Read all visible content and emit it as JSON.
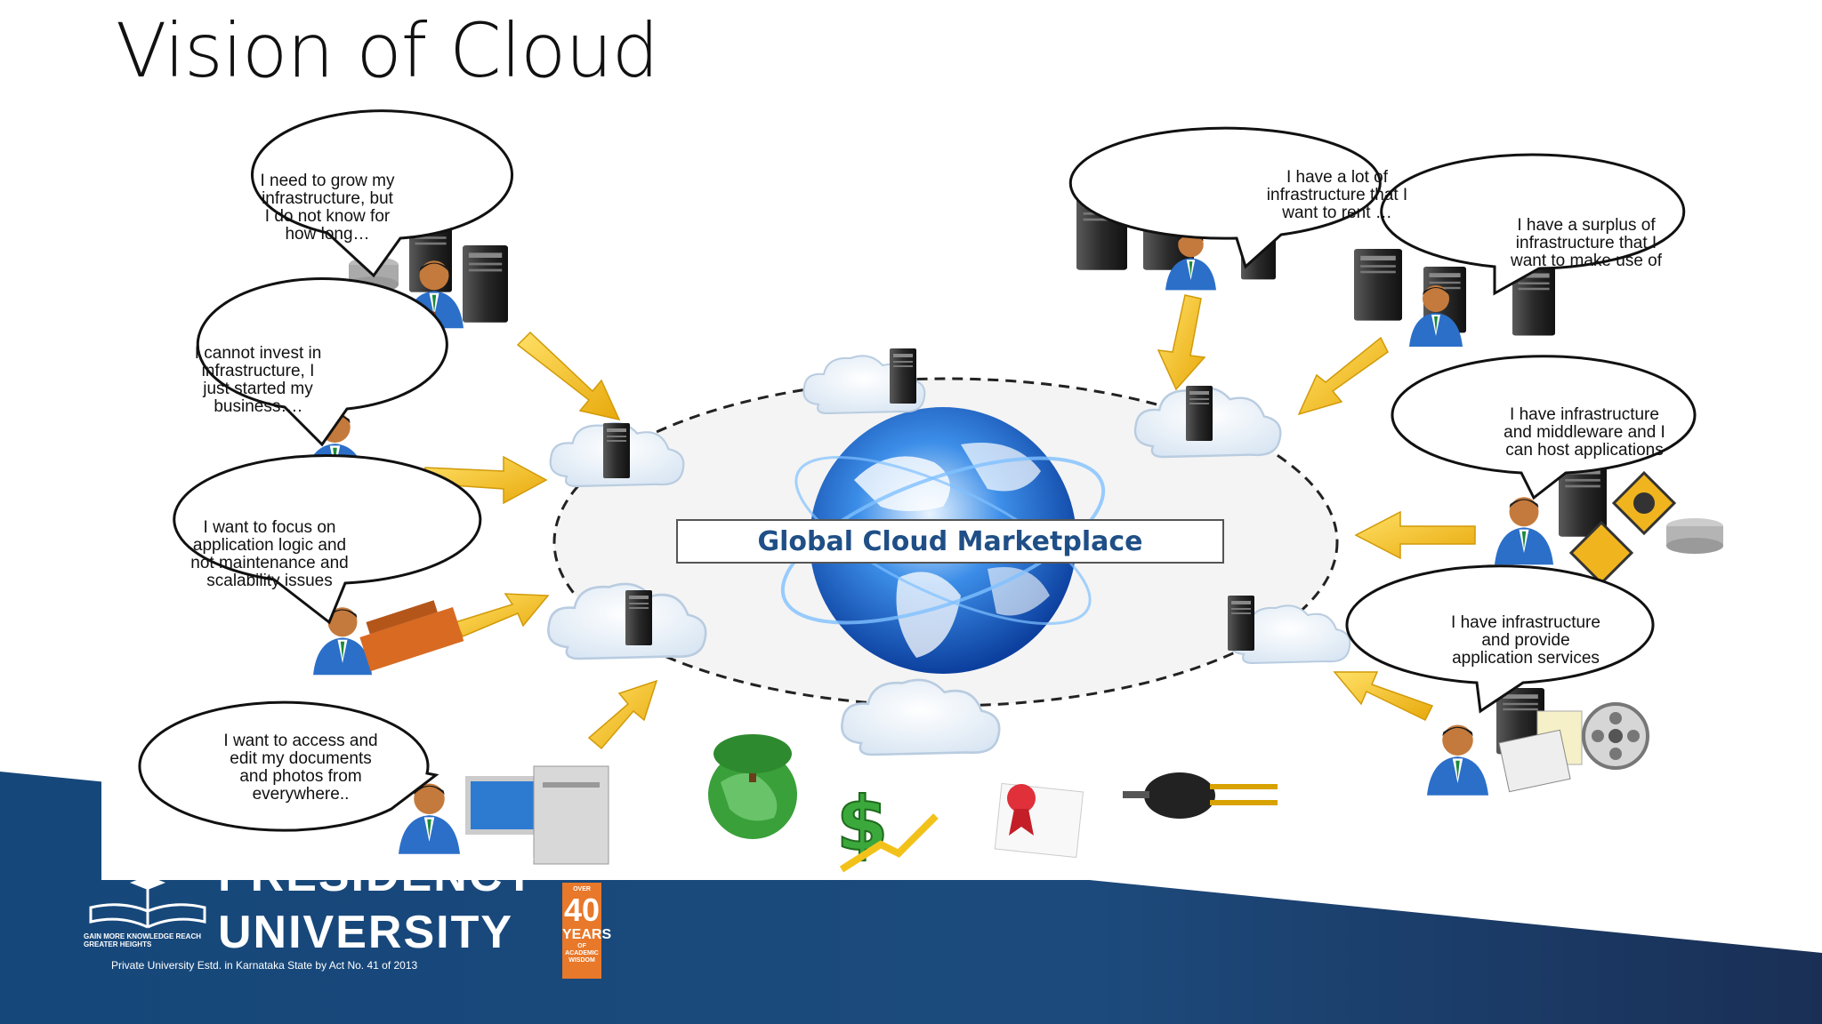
{
  "slide": {
    "title": "Vision of Cloud"
  },
  "diagram": {
    "center_label": "Global Cloud Marketplace",
    "bubbles": [
      {
        "id": "grow",
        "lines": [
          "I need to grow my",
          "infrastructure, but",
          "I do not know for",
          "how long…"
        ]
      },
      {
        "id": "invest",
        "lines": [
          "I cannot invest in",
          "infrastructure, I",
          "just started my",
          "business…."
        ]
      },
      {
        "id": "focus",
        "lines": [
          "I want to focus on",
          "application logic and",
          "not maintenance and",
          "scalability issues"
        ]
      },
      {
        "id": "access",
        "lines": [
          "I want to access and",
          "edit my documents",
          "and photos from",
          "everywhere.."
        ]
      },
      {
        "id": "rent",
        "lines": [
          "I have a lot of",
          "infrastructure that I",
          "want to rent …"
        ]
      },
      {
        "id": "surplus",
        "lines": [
          "I have a surplus of",
          "infrastructure that I",
          "want to make use of"
        ]
      },
      {
        "id": "middleware",
        "lines": [
          "I have infrastructure",
          "and middleware and I",
          "can host applications"
        ]
      },
      {
        "id": "services",
        "lines": [
          "I have infrastructure",
          "and provide",
          "application services"
        ]
      }
    ]
  },
  "footer": {
    "university_line1": "PRESIDENCY",
    "university_line2": "UNIVERSITY",
    "tagline": "GAIN MORE KNOWLEDGE REACH GREATER HEIGHTS",
    "established": "Private University Estd. in Karnataka State by Act No. 41 of 2013",
    "badge_over": "OVER",
    "badge_number": "40",
    "badge_years": "YEARS",
    "badge_sub": "OF ACADEMIC WISDOM"
  },
  "colors": {
    "footer_blue": "#1c4a7c",
    "badge_orange": "#e8782a",
    "arrow_yellow": "#f2c21b",
    "title_blue": "#1f4f86"
  },
  "icons": [
    "server-icon",
    "cloud-icon",
    "globe-icon",
    "person-icon",
    "dollar-icon",
    "tree-globe-icon",
    "certificate-icon",
    "plug-icon",
    "computer-icon",
    "film-reel-icon",
    "toolbox-icon",
    "briefcase-icon",
    "database-icon",
    "gear-sign-icon"
  ]
}
